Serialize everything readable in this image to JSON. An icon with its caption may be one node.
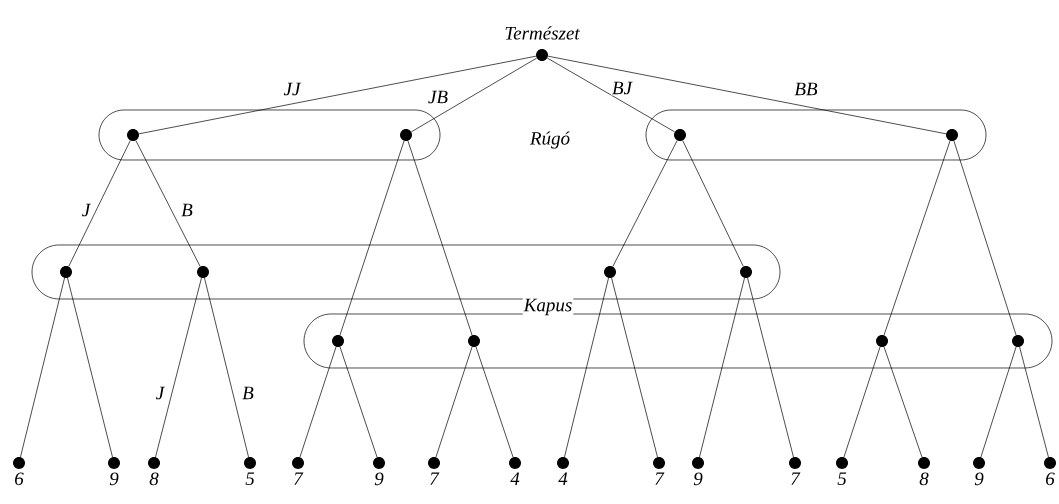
{
  "diagram": {
    "nodes": [
      {
        "text": [],
        "shape": "circle",
        "beside": [
          "Természet"
        ]
      },
      {
        "text": [],
        "shape": "oval"
      },
      {
        "text": [],
        "shape": "circle",
        "in": 1
      },
      {
        "text": [],
        "shape": "circle",
        "in": 1
      },
      {
        "text": [],
        "shape": "oval"
      },
      {
        "text": [],
        "shape": "circle",
        "in": 4
      },
      {
        "text": [],
        "shape": "circle",
        "in": 4
      },
      {
        "text": [],
        "shape": "oval"
      },
      {
        "text": [],
        "shape": "circle",
        "in": 7
      },
      {
        "text": [],
        "shape": "circle",
        "in": 7
      },
      {
        "text": [],
        "shape": "circle",
        "in": 7
      },
      {
        "text": [],
        "shape": "circle",
        "in": 7
      },
      {
        "text": [],
        "shape": "oval"
      },
      {
        "text": [],
        "shape": "circle",
        "in": 12
      },
      {
        "text": [],
        "shape": "circle",
        "in": 12
      },
      {
        "text": [],
        "shape": "circle",
        "in": 12
      },
      {
        "text": [],
        "shape": "circle",
        "in": 12
      },
      {
        "text": [],
        "shape": "circle",
        "beside": [
          "6"
        ]
      },
      {
        "text": [],
        "shape": "circle",
        "beside": [
          "9"
        ]
      },
      {
        "text": [],
        "shape": "circle",
        "beside": [
          "8"
        ]
      },
      {
        "text": [],
        "shape": "circle",
        "beside": [
          "5"
        ]
      },
      {
        "text": [],
        "shape": "circle",
        "beside": [
          "7"
        ]
      },
      {
        "text": [],
        "shape": "circle",
        "beside": [
          "9"
        ]
      },
      {
        "text": [],
        "shape": "circle",
        "beside": [
          "7"
        ]
      },
      {
        "text": [],
        "shape": "circle",
        "beside": [
          "4"
        ]
      },
      {
        "text": [],
        "shape": "circle",
        "beside": [
          "4"
        ]
      },
      {
        "text": [],
        "shape": "circle",
        "beside": [
          "7"
        ]
      },
      {
        "text": [],
        "shape": "circle",
        "beside": [
          "9"
        ]
      },
      {
        "text": [],
        "shape": "circle",
        "beside": [
          "7"
        ]
      },
      {
        "text": [],
        "shape": "circle",
        "beside": [
          "5"
        ]
      },
      {
        "text": [],
        "shape": "circle",
        "beside": [
          "8"
        ]
      },
      {
        "text": [],
        "shape": "circle",
        "beside": [
          "9"
        ]
      },
      {
        "text": [],
        "shape": "circle",
        "beside": [
          "6"
        ]
      }
    ],
    "edges": [
      {
        "from": 0,
        "to": 2,
        "arrow": "none",
        "label": "JJ"
      },
      {
        "from": 0,
        "to": 3,
        "arrow": "none",
        "label": "JB"
      },
      {
        "from": 0,
        "to": 5,
        "arrow": "none",
        "label": "BJ"
      },
      {
        "from": 0,
        "to": 6,
        "arrow": "none",
        "label": "BB"
      },
      {
        "from": 2,
        "to": 8,
        "arrow": "none",
        "label": "J"
      },
      {
        "from": 2,
        "to": 9,
        "arrow": "none",
        "label": "B"
      },
      {
        "from": 3,
        "to": 13,
        "arrow": "none"
      },
      {
        "from": 3,
        "to": 14,
        "arrow": "none"
      },
      {
        "from": 5,
        "to": 10,
        "arrow": "none"
      },
      {
        "from": 5,
        "to": 11,
        "arrow": "none"
      },
      {
        "from": 6,
        "to": 15,
        "arrow": "none"
      },
      {
        "from": 6,
        "to": 16,
        "arrow": "none"
      },
      {
        "from": 8,
        "to": 17,
        "arrow": "none"
      },
      {
        "from": 8,
        "to": 18,
        "arrow": "none"
      },
      {
        "from": 9,
        "to": 19,
        "arrow": "none",
        "label": "J"
      },
      {
        "from": 9,
        "to": 20,
        "arrow": "none",
        "label": "B"
      },
      {
        "from": 13,
        "to": 21,
        "arrow": "none"
      },
      {
        "from": 13,
        "to": 22,
        "arrow": "none"
      },
      {
        "from": 14,
        "to": 23,
        "arrow": "none"
      },
      {
        "from": 14,
        "to": 24,
        "arrow": "none"
      },
      {
        "from": 10,
        "to": 25,
        "arrow": "none"
      },
      {
        "from": 10,
        "to": 26,
        "arrow": "none"
      },
      {
        "from": 11,
        "to": 27,
        "arrow": "none"
      },
      {
        "from": 11,
        "to": 28,
        "arrow": "none"
      },
      {
        "from": 15,
        "to": 29,
        "arrow": "none"
      },
      {
        "from": 15,
        "to": 30,
        "arrow": "none"
      },
      {
        "from": 16,
        "to": 31,
        "arrow": "none"
      },
      {
        "from": 16,
        "to": 32,
        "arrow": "none"
      }
    ],
    "labels": [
      "Rúgó",
      "Kapus"
    ]
  }
}
